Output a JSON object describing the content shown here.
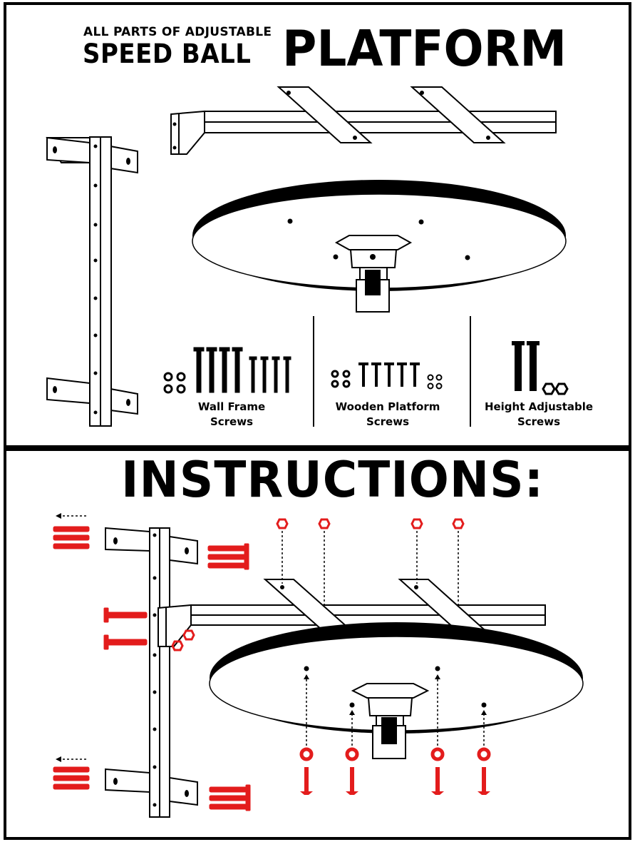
{
  "title": {
    "line1": "ALL PARTS OF ADJUSTABLE",
    "line2": "SPEED BALL",
    "line3": "PLATFORM"
  },
  "parts": [
    {
      "line1": "Wall Frame",
      "line2": "Screws"
    },
    {
      "line1": "Wooden Platform",
      "line2": "Screws"
    },
    {
      "line1": "Height Adjustable",
      "line2": "Screws"
    }
  ],
  "instructions_heading": "INSTRUCTIONS:",
  "colors": {
    "ink": "#000000",
    "accent": "#e31c1c",
    "paper": "#ffffff"
  }
}
